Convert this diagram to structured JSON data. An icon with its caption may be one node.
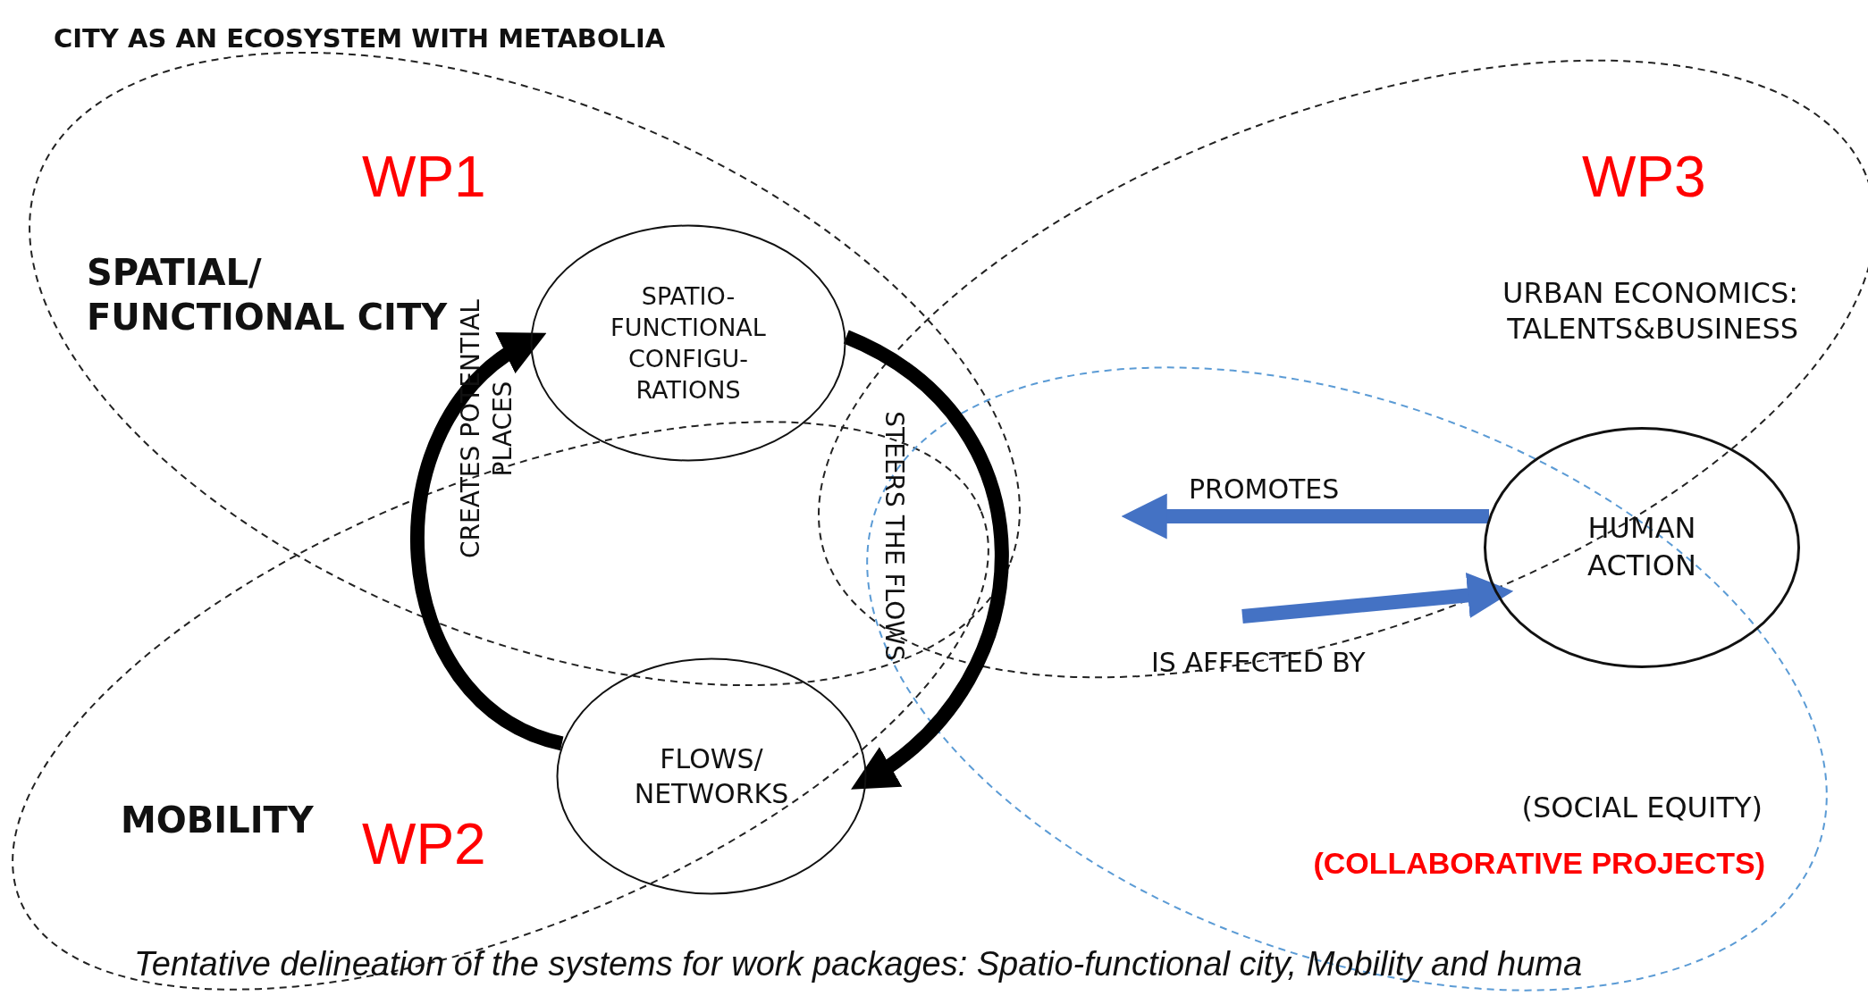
{
  "diagram": {
    "title": "CITY AS AN ECOSYSTEM WITH METABOLIA",
    "caption": "Tentative delineation of the systems for work packages: Spatio-functional city, Mobility and huma",
    "nodes": [
      {
        "text": [
          "SPATIO- FUNCTIONAL CONFIGU- RATIONS"
        ]
      },
      {
        "text": [
          "FLOWS/ NETWORKS"
        ]
      },
      {
        "text": [
          "HUMAN ACTION"
        ]
      }
    ],
    "edges": [
      {
        "from": 1,
        "to": 0,
        "arrow": "to",
        "label": "CREATES POTENTIAL PLACES"
      },
      {
        "from": 0,
        "to": 1,
        "arrow": "to",
        "label": "STEERS THE FLOWS"
      },
      {
        "from": 2,
        "to": null,
        "arrow": "to",
        "label": "PROMOTES",
        "color": "#4472c4"
      },
      {
        "from": null,
        "to": 2,
        "arrow": "to",
        "label": "IS AFFECTED BY",
        "color": "#4472c4"
      }
    ],
    "labels": [
      "WP1",
      "WP3",
      "SPATIAL/ FUNCTIONAL CITY",
      "URBAN ECONOMICS: TALENTS&BUSINESS",
      "(SOCIAL EQUITY)",
      "MOBILITY",
      "WP2",
      "(COLLABORATIVE PROJECTS)"
    ]
  }
}
